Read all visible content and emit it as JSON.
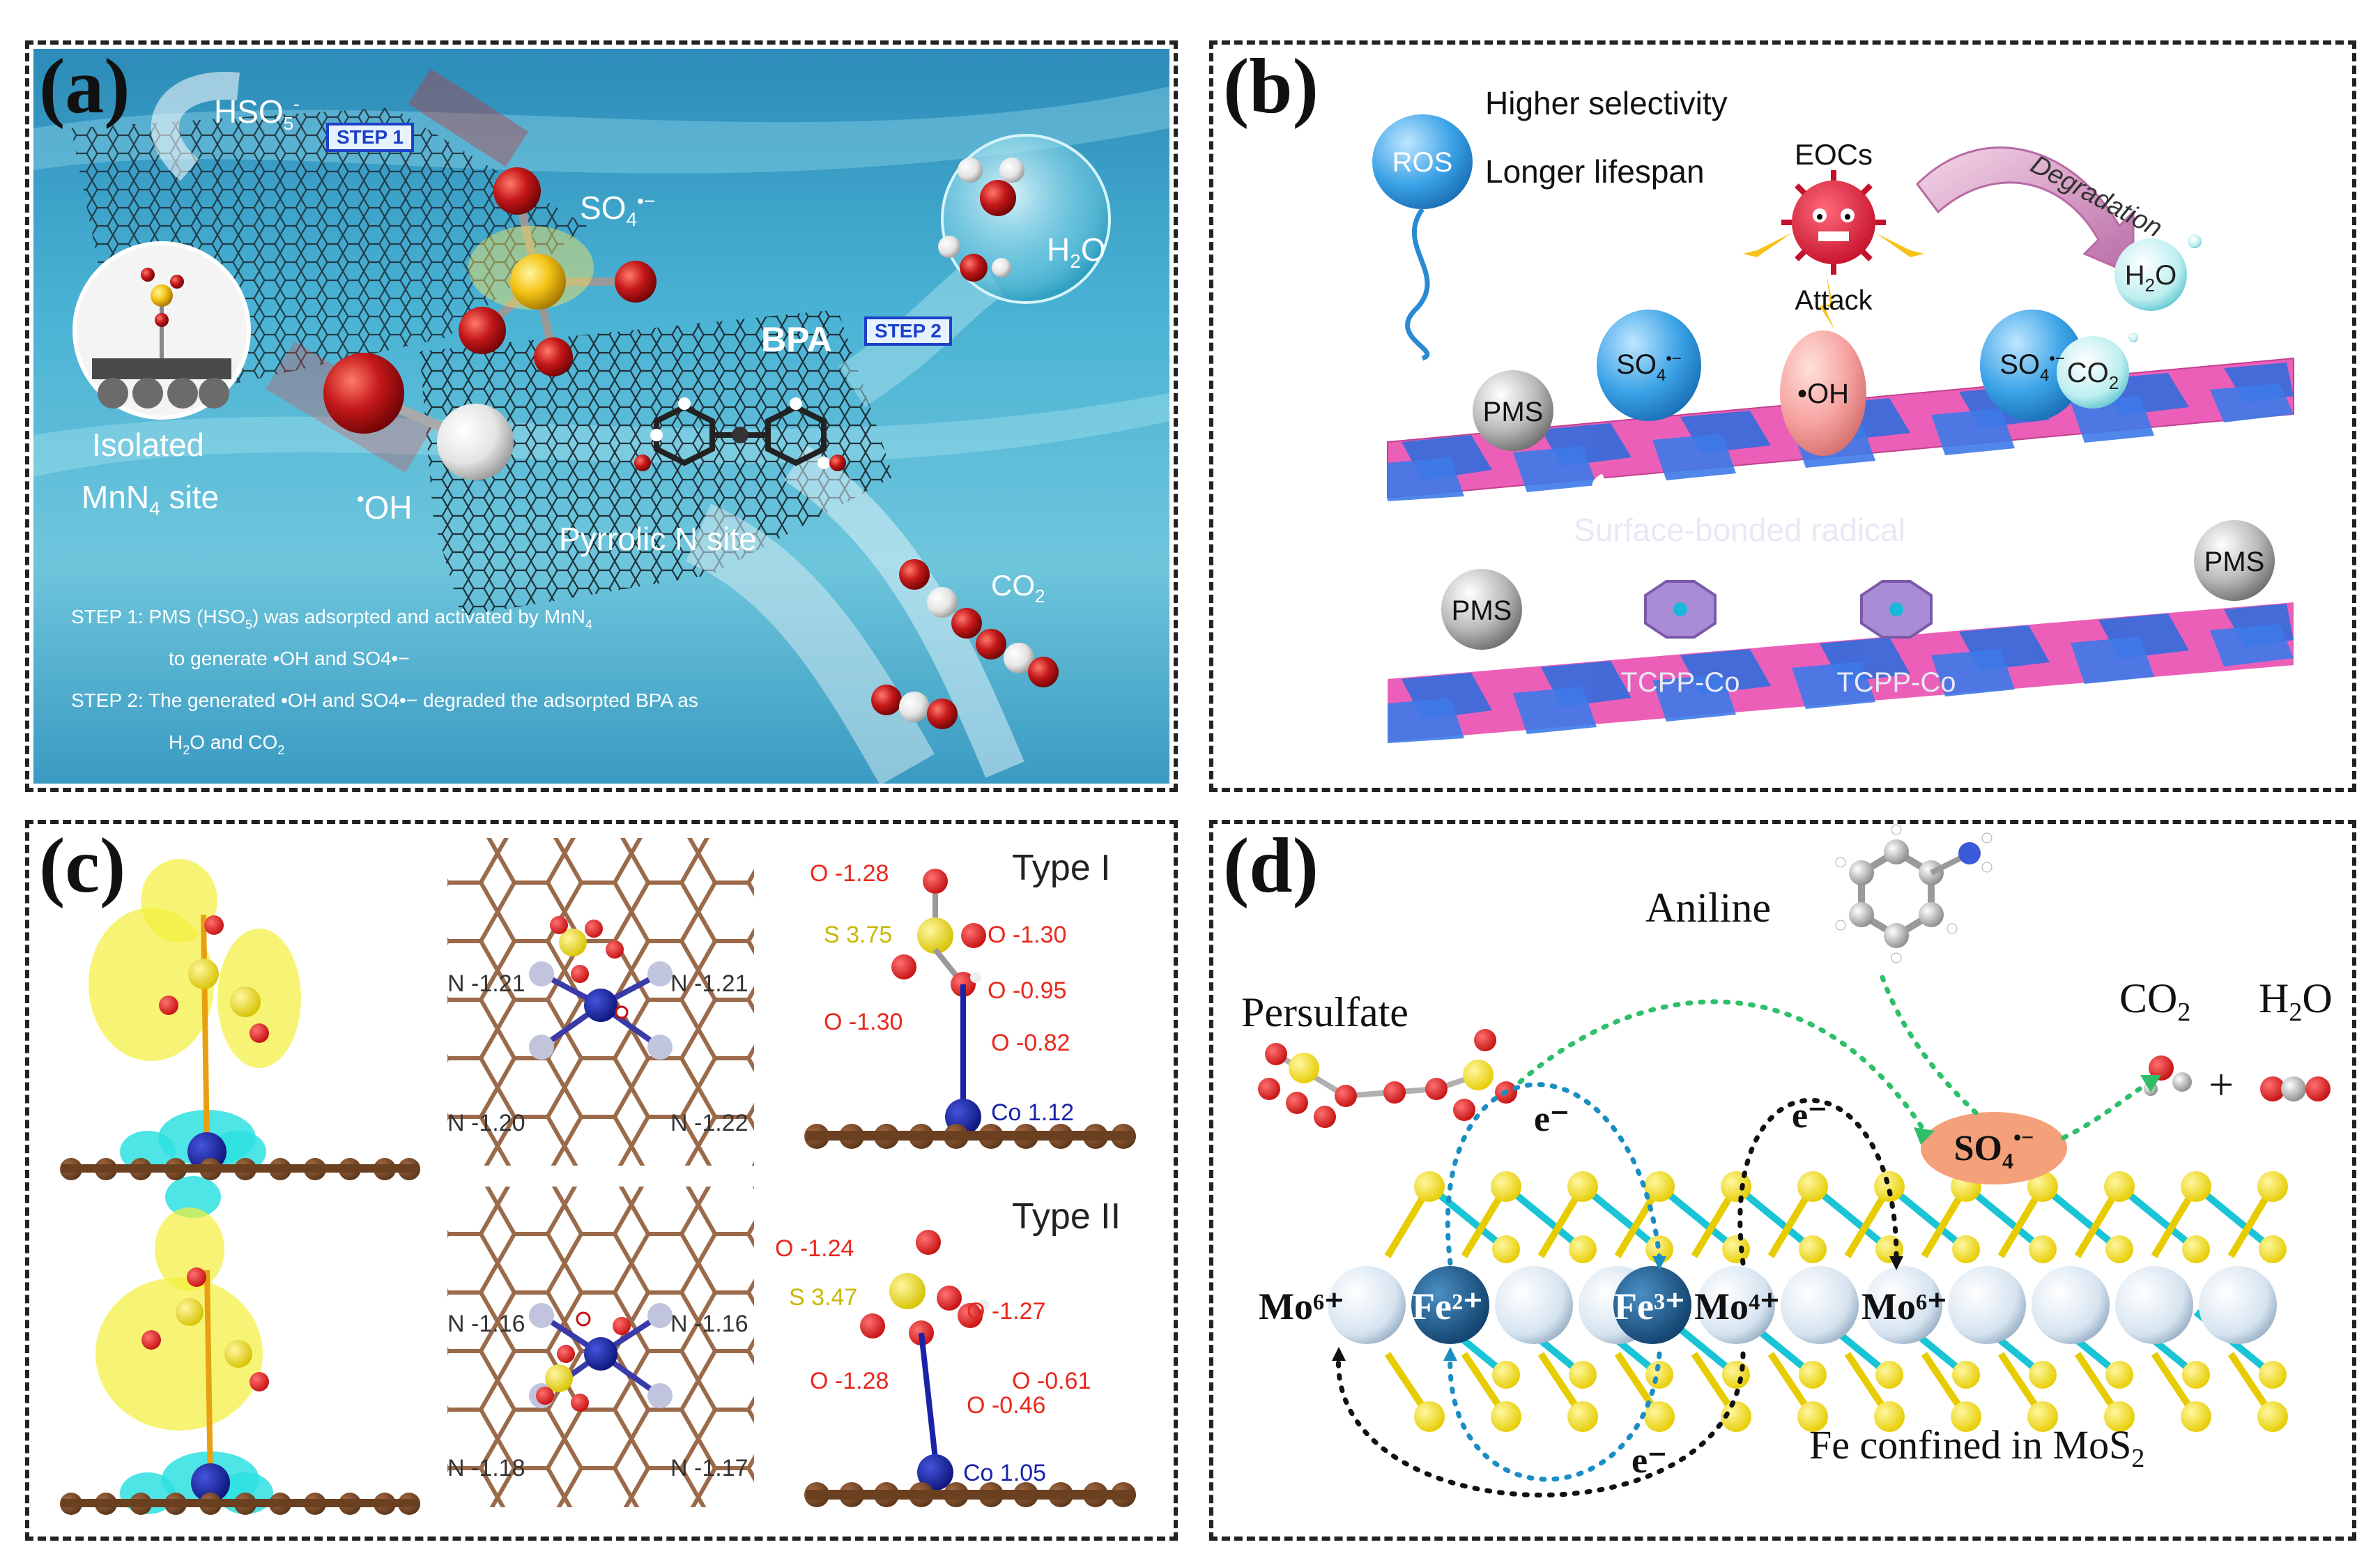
{
  "panel_a": {
    "label": "(a)",
    "hso5": "HSO",
    "hso5_sub": "5",
    "hso5_sup": "-",
    "step1_tag": "STEP 1",
    "step2_tag": "STEP 2",
    "so4": "SO",
    "so4_sub": "4",
    "so4_sup": "•−",
    "h2o": "H",
    "h2o_sub": "2",
    "h2o_tail": "O",
    "bpa": "BPA",
    "isolated": "Isolated",
    "mnn4": "MnN",
    "mnn4_sub": "4",
    "mnn4_tail": " site",
    "oh": "OH",
    "oh_dot": "•",
    "pyrrolic": "Pyrrolic N site",
    "co2": "CO",
    "co2_sub": "2",
    "step1_text_a": "STEP 1: PMS (HSO",
    "step1_text_sub": "5",
    "step1_text_b": ") was adsorpted and activated by MnN",
    "step1_text_sub2": "4",
    "step1_text_line2": "to generate •OH and SO4•−",
    "step2_text_line1": "STEP 2:  The generated •OH and SO4•− degraded the adsorpted BPA as",
    "step2_text_line2a": "H",
    "step2_text_line2sub": "2",
    "step2_text_line2b": "O and CO",
    "step2_text_line2sub2": "2"
  },
  "panel_b": {
    "label": "(b)",
    "ros": "ROS",
    "higher": "Higher selectivity",
    "longer": "Longer lifespan",
    "eocs": "EOCs",
    "attack": "Attack",
    "degradation": "Degradation",
    "h2o": "H",
    "h2o_sub": "2",
    "h2o_tail": "O",
    "co2": "CO",
    "co2_sub": "2",
    "so4": "SO",
    "so4_sub": "4",
    "so4_sup": "•−",
    "oh": "•OH",
    "pms": "PMS",
    "surface": "Surface-bonded radical",
    "tcpp": "TCPP-Co"
  },
  "panel_c": {
    "label": "(c)",
    "type1": "Type I",
    "type2": "Type II",
    "t1": {
      "o_top": "O -1.28",
      "s": "S 3.75",
      "o_r1": "O -1.30",
      "o_r2": "O -0.95",
      "o_l": "O -1.30",
      "o_low": "O -0.82",
      "co": "Co 1.12",
      "n_tl": "N -1.21",
      "n_tr": "N -1.21",
      "n_bl": "N -1.20",
      "n_br": "N -1.22"
    },
    "t2": {
      "o_top": "O -1.24",
      "s": "S 3.47",
      "o_r1": "O -1.27",
      "o_l": "O -1.28",
      "o_r2": "O -0.61",
      "o_low": "O -0.46",
      "co": "Co 1.05",
      "n_tl": "N -1.16",
      "n_tr": "N -1.16",
      "n_bl": "N -1.18",
      "n_br": "N -1.17"
    }
  },
  "panel_d": {
    "label": "(d)",
    "aniline": "Aniline",
    "persulfate": "Persulfate",
    "co2": "CO",
    "co2_sub": "2",
    "plus": "+",
    "h2o": "H",
    "h2o_sub": "2",
    "h2o_tail": "O",
    "so4": "SO",
    "so4_sub": "4",
    "so4_sup": "•−",
    "eminus": "e⁻",
    "mo6": "Mo⁶⁺",
    "fe2": "Fe²⁺",
    "fe3": "Fe³⁺",
    "mo4": "Mo⁴⁺",
    "fe_conf": "Fe confined in MoS",
    "fe_conf_sub": "2"
  },
  "colors": {
    "red_label": "#e8281d",
    "blue_label": "#1a23a8",
    "yellow_label": "#c9b800",
    "ros_blue": "#3aa2e6",
    "oh_pink": "#f6a2a0",
    "sheet_pink": "#ec5fb8",
    "sheet_blue": "#3b6bd9",
    "so4_orange": "#f4a07a",
    "fe_blue": "#1c5c8f",
    "mo_light": "#d6e4f0"
  }
}
